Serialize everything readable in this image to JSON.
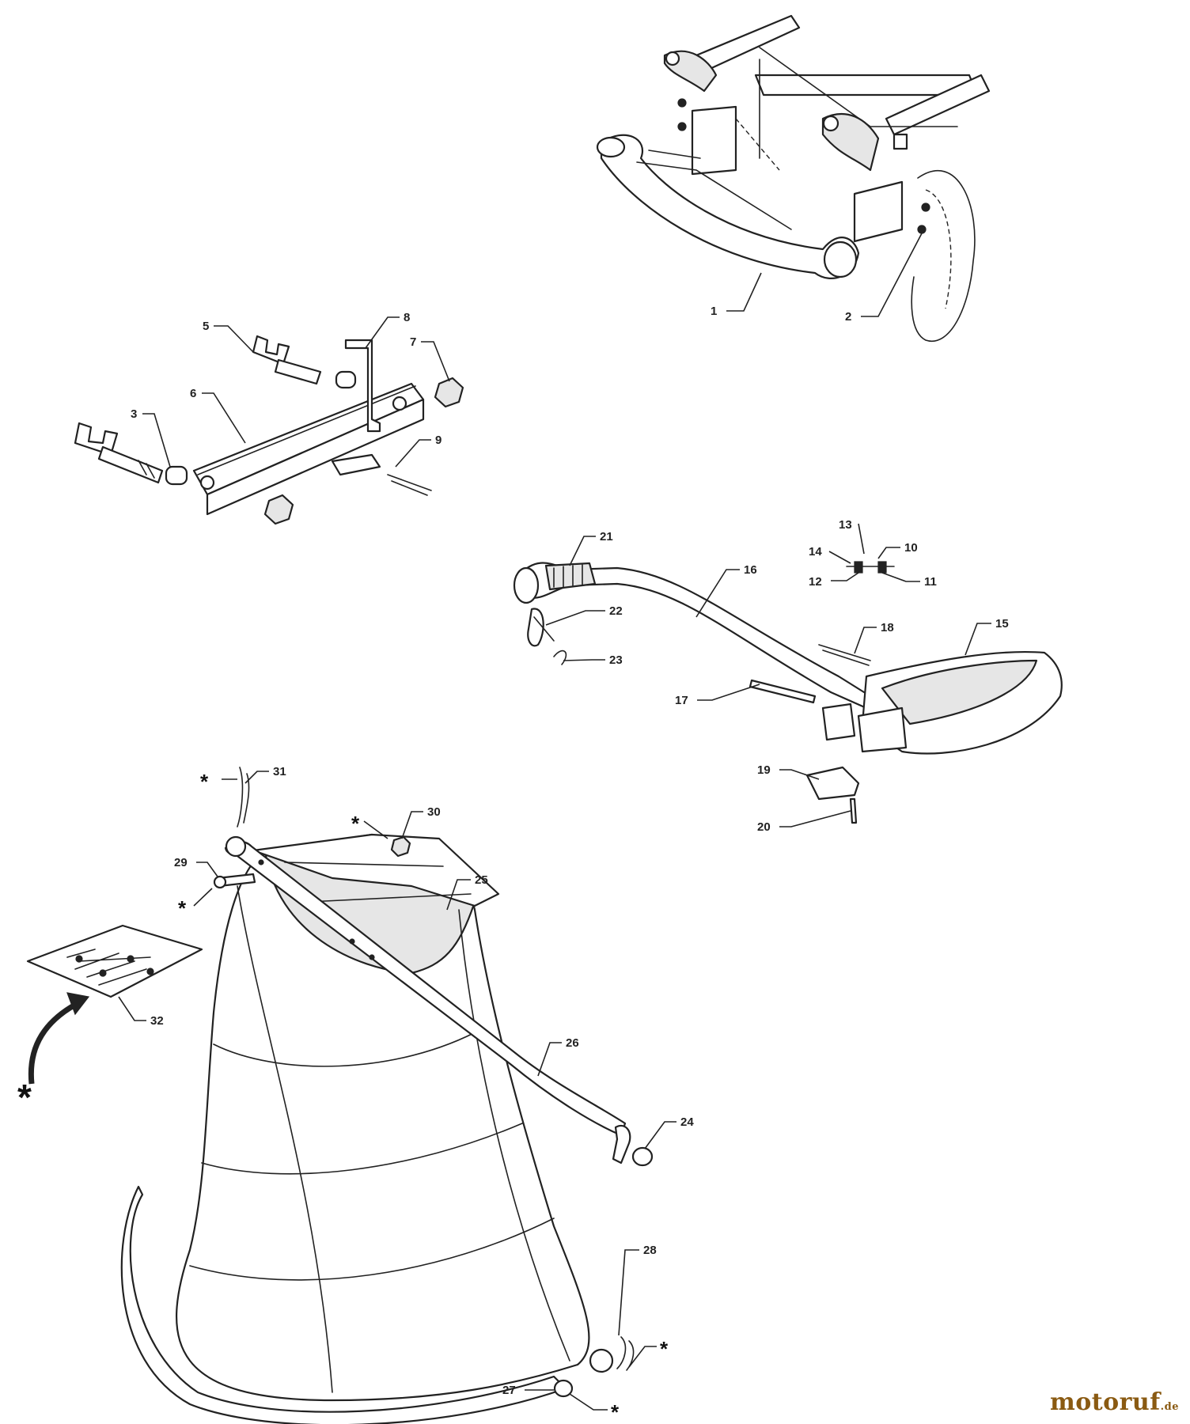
{
  "diagram": {
    "callouts": [
      "1",
      "2",
      "3",
      "5",
      "6",
      "7",
      "8",
      "9",
      "10",
      "11",
      "12",
      "13",
      "14",
      "15",
      "16",
      "17",
      "18",
      "19",
      "20",
      "21",
      "22",
      "23",
      "24",
      "25",
      "26",
      "27",
      "28",
      "29",
      "30",
      "31",
      "32"
    ],
    "asterisk": "*"
  },
  "watermark": {
    "brand": "motoruf",
    "tld": ".de"
  }
}
